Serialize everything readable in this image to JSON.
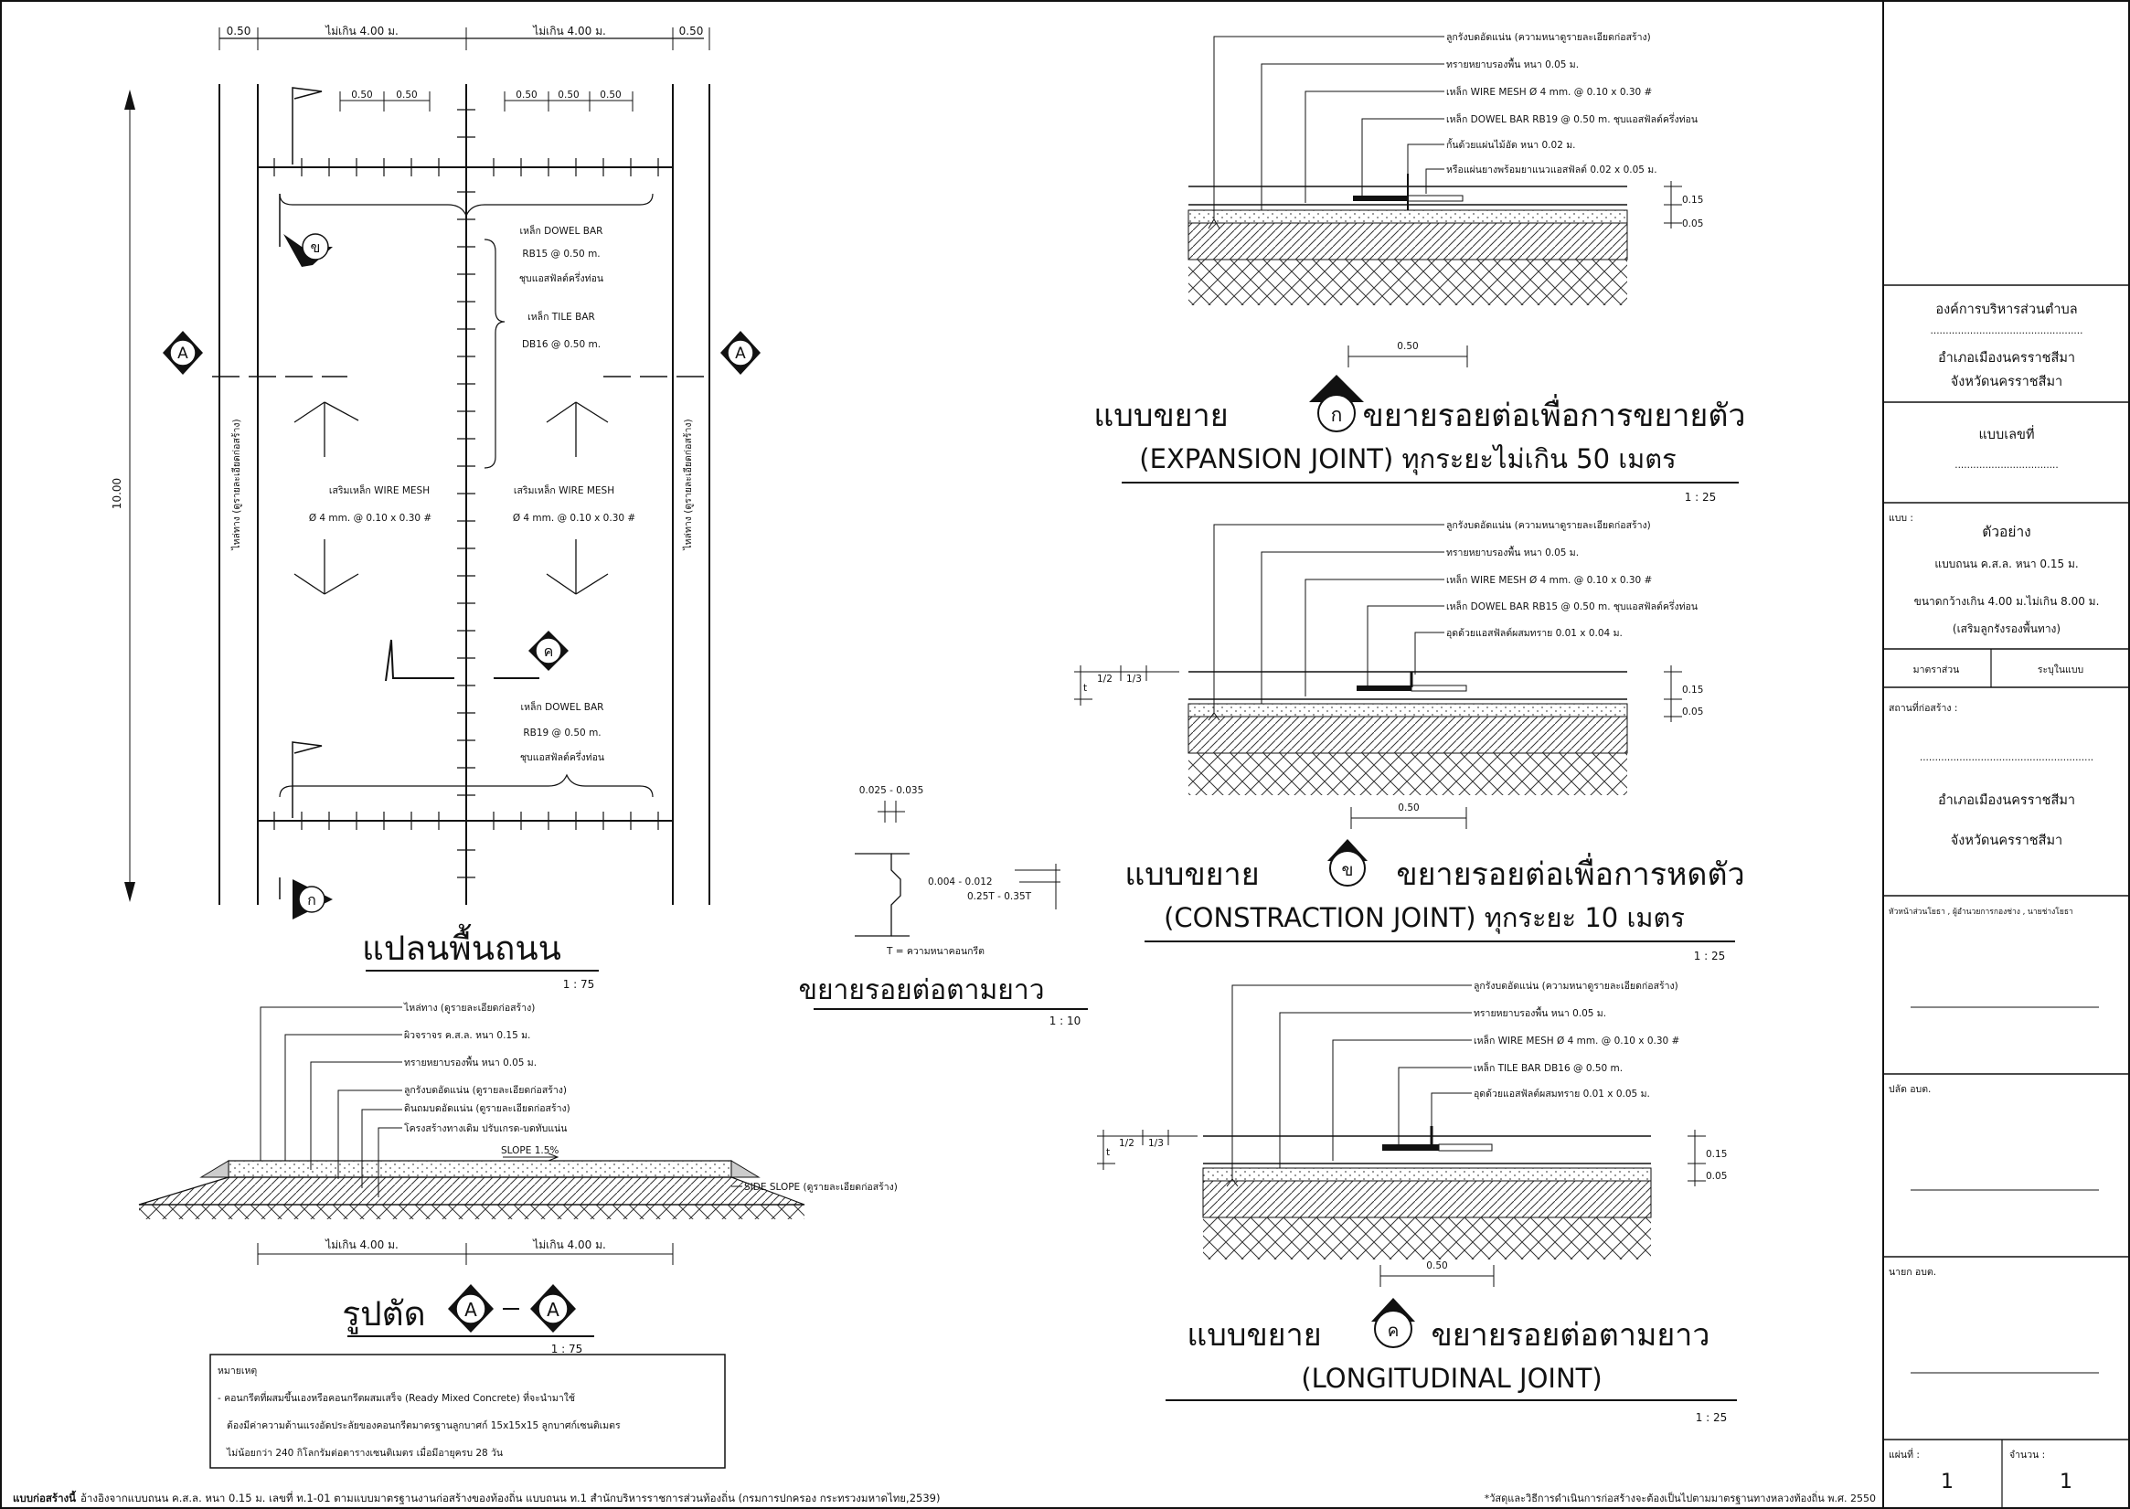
{
  "plan": {
    "dims_top": [
      "0.50",
      "ไม่เกิน 4.00 ม.",
      "ไม่เกิน 4.00 ม.",
      "0.50"
    ],
    "dims_spacing_left": [
      "0.50",
      "0.50"
    ],
    "dims_spacing_right": [
      "0.50",
      "0.50",
      "0.50"
    ],
    "dim_length": "10.00",
    "shoulder_label": "ไหล่ทาง (ดูรายละเอียดก่อสร้าง)",
    "dowel_top": [
      "เหล็ก DOWEL BAR",
      "RB15 @ 0.50 m.",
      "ชุบแอสฟัลต์ครึ่งท่อน"
    ],
    "tie_bar": [
      "เหล็ก TILE BAR",
      "DB16 @ 0.50 m."
    ],
    "mesh": [
      "เสริมเหล็ก WIRE MESH",
      "Ø 4 mm. @ 0.10 x 0.30 #"
    ],
    "dowel_bottom": [
      "เหล็ก DOWEL BAR",
      "RB19 @ 0.50 m.",
      "ชุบแอสฟัลต์ครึ่งท่อน"
    ],
    "marker_a": "A",
    "marker_kha": "ข",
    "marker_kho": "ค",
    "marker_ko": "ก",
    "title": "แปลนพื้นถนน",
    "scale": "1 : 75"
  },
  "section": {
    "labels": [
      "ไหล่ทาง (ดูรายละเอียดก่อสร้าง)",
      "ผิวจราจร ค.ส.ล. หนา 0.15 ม.",
      "ทรายหยาบรองพื้น หนา 0.05 ม.",
      "ลูกรังบดอัดแน่น (ดูรายละเอียดก่อสร้าง)",
      "ดินถมบดอัดแน่น (ดูรายละเอียดก่อสร้าง)",
      "โครงสร้างทางเดิม ปรับเกรด-บดทับแน่น"
    ],
    "slope": "SLOPE 1.5%",
    "side_slope": "SIDE SLOPE (ดูรายละเอียดก่อสร้าง)",
    "dims": [
      "ไม่เกิน 4.00 ม.",
      "ไม่เกิน 4.00 ม."
    ],
    "title": "รูปตัด",
    "marker": "A",
    "scale": "1 : 75"
  },
  "note": {
    "title": "หมายเหตุ",
    "lines": [
      "- คอนกรีตที่ผสมขึ้นเองหรือคอนกรีตผสมเสร็จ (Ready Mixed Concrete) ที่จะนำมาใช้",
      "ต้องมีค่าความต้านแรงอัดประลัยของคอนกรีตมาตรฐานลูกบาศก์ 15x15x15 ลูกบาศก์เซนติเมตร",
      "ไม่น้อยกว่า 240 กิโลกรัมต่อตารางเซนติเมตร เมื่อมีอายุครบ 28 วัน"
    ]
  },
  "long_joint_small": {
    "dim_top": "0.025 - 0.035",
    "dim_side_1": "0.004 - 0.012",
    "dim_side_2": "0.25T - 0.35T",
    "t_note": "T = ความหนาคอนกรีต",
    "title": "ขยายรอยต่อตามยาว",
    "scale": "1 : 10"
  },
  "details": [
    {
      "labels": [
        "ลูกรังบดอัดแน่น (ความหนาดูรายละเอียดก่อสร้าง)",
        "ทรายหยาบรองพื้น หนา 0.05 ม.",
        "เหล็ก WIRE MESH Ø 4 mm. @ 0.10 x 0.30 #",
        "เหล็ก DOWEL BAR RB19 @ 0.50 m. ชุบแอสฟัลต์ครึ่งท่อน",
        "กั้นด้วยแผ่นไม้อัด หนา 0.02 ม.",
        "หรือแผ่นยางพร้อมยาแนวแอสฟัลต์ 0.02 x 0.05 ม."
      ],
      "thick": [
        "0.15",
        "0.05"
      ],
      "dim": "0.50",
      "title_prefix": "แบบขยาย",
      "marker": "ก",
      "title_main": "ขยายรอยต่อเพื่อการขยายตัว",
      "title_sub": "(EXPANSION JOINT) ทุกระยะไม่เกิน 50 เมตร",
      "scale": "1 : 25"
    },
    {
      "labels": [
        "ลูกรังบดอัดแน่น (ความหนาดูรายละเอียดก่อสร้าง)",
        "ทรายหยาบรองพื้น หนา 0.05 ม.",
        "เหล็ก WIRE MESH Ø 4 mm. @ 0.10 x 0.30 #",
        "เหล็ก DOWEL BAR RB15 @ 0.50 m. ชุบแอสฟัลต์ครึ่งท่อน",
        "อุดด้วยแอสฟัลต์ผสมทราย 0.01 x 0.04 ม."
      ],
      "thick": [
        "0.15",
        "0.05"
      ],
      "side_marks": [
        "t",
        "1/2",
        "1/3"
      ],
      "dim": "0.50",
      "title_prefix": "แบบขยาย",
      "marker": "ข",
      "title_main": "ขยายรอยต่อเพื่อการหดตัว",
      "title_sub": "(CONSTRACTION JOINT) ทุกระยะ 10 เมตร",
      "scale": "1 : 25"
    },
    {
      "labels": [
        "ลูกรังบดอัดแน่น (ความหนาดูรายละเอียดก่อสร้าง)",
        "ทรายหยาบรองพื้น หนา 0.05 ม.",
        "เหล็ก WIRE MESH Ø 4 mm. @ 0.10 x 0.30 #",
        "เหล็ก TILE BAR DB16 @ 0.50 m.",
        "อุดด้วยแอสฟัลต์ผสมทราย 0.01 x 0.05 ม."
      ],
      "thick": [
        "0.15",
        "0.05"
      ],
      "side_marks": [
        "t",
        "1/2",
        "1/3"
      ],
      "dim": "0.50",
      "title_prefix": "แบบขยาย",
      "marker": "ค",
      "title_main": "ขยายรอยต่อตามยาว",
      "title_sub": "(LONGITUDINAL JOINT)",
      "scale": "1 : 25"
    }
  ],
  "title_block": {
    "org": "องค์การบริหารส่วนตำบล",
    "dots": "..................................................",
    "district": "อำเภอเมืองนครราชสีมา",
    "province": "จังหวัดนครราชสีมา",
    "sheet_no_label": "แบบเลขที่",
    "sheet_no_dots": "..................................",
    "plan_label": "แบบ :",
    "example": "ตัวอย่าง",
    "desc1": "แบบถนน ค.ส.ล. หนา 0.15 ม.",
    "desc2": "ขนาดกว้างเกิน 4.00 ม.ไม่เกิน 8.00 ม.",
    "desc3": "(เสริมลูกรังรองพื้นทาง)",
    "scale_label": "มาตราส่วน",
    "scale_value": "ระบุในแบบ",
    "site_label": "สถานที่ก่อสร้าง :",
    "site_dots": ".........................................................",
    "site_district": "อำเภอเมืองนครราชสีมา",
    "site_province": "จังหวัดนครราชสีมา",
    "sign1": "หัวหน้าส่วนโยธา , ผู้อำนวยการกองช่าง , นายช่างโยธา",
    "sign2": "ปลัด อบต.",
    "sign3": "นายก อบต.",
    "sheet_label": "แผ่นที่ :",
    "sheet_value": "1",
    "total_label": "จำนวน :",
    "total_value": "1"
  },
  "footer": {
    "left_bold": "แบบก่อสร้างนี้",
    "left_text": "อ้างอิงจากแบบถนน ค.ส.ล. หนา 0.15 ม. เลขที่ ท.1-01 ตามแบบมาตรฐานงานก่อสร้างของท้องถิ่น แบบถนน ท.1 สำนักบริหารราชการส่วนท้องถิ่น (กรมการปกครอง กระทรวงมหาดไทย,2539)",
    "right_text": "*วัสดุและวิธีการดำเนินการก่อสร้างจะต้องเป็นไปตามมาตรฐานทางหลวงท้องถิ่น พ.ศ. 2550"
  }
}
